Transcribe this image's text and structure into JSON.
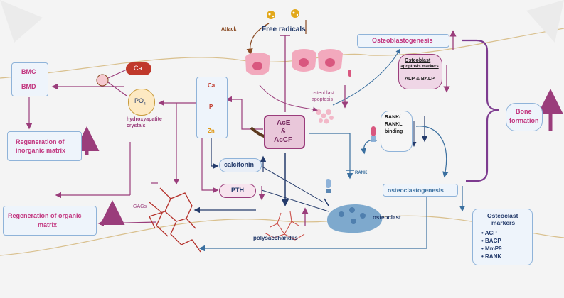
{
  "free_radicals": {
    "label": "Free radicals",
    "attack": "Attack"
  },
  "left": {
    "bmc": "BMC",
    "bmd": "BMD",
    "ca": "Ca",
    "po4": "PO",
    "po4_sub": "4",
    "hydroxyapatite": "hydroxyapatite",
    "crystals": "crystals",
    "regen_inorganic_1": "Regeneration of",
    "regen_inorganic_2": "inorganic matrix",
    "regen_organic_1": "Regeneration of organic",
    "regen_organic_2": "matrix",
    "gags": "GAGs"
  },
  "minerals": {
    "ca": "Ca",
    "p": "P",
    "zn": "Zn"
  },
  "center": {
    "ace1": "AcE",
    "ace2": "&",
    "ace3": "AcCF",
    "calcitonin": "calcitonin",
    "pth": "PTH",
    "polysaccharides": "polysaccharides",
    "osteoblast_apoptosis_1": "osteoblast",
    "osteoblast_apoptosis_2": "apoptosis",
    "rank": "RANK",
    "osteoclast": "osteoclast"
  },
  "right": {
    "osteoblastogenesis": "Osteoblastogenesis",
    "apoptosis_markers_1": "Osteoblast",
    "apoptosis_markers_2": "apoptosis markers",
    "apoptosis_markers_vals": "ALP  & BALP",
    "rankl_1": "RANK/",
    "rankl_2": "RANKL",
    "rankl_3": "binding",
    "bone_1": "Bone",
    "bone_2": "formation",
    "osteoclastogenesis": "osteoclastogenesis",
    "osteoclast_markers_title_1": "Osteoclast",
    "osteoclast_markers_title_2": "markers",
    "osteoclast_markers": [
      "ACP",
      "BACP",
      "MmP9",
      "RANK"
    ]
  },
  "colors": {
    "pink": "#c2357f",
    "navy": "#243b6b",
    "purple": "#9a3d7b",
    "box_border": "#8fb3d9",
    "box_fill": "#eef4fb"
  }
}
